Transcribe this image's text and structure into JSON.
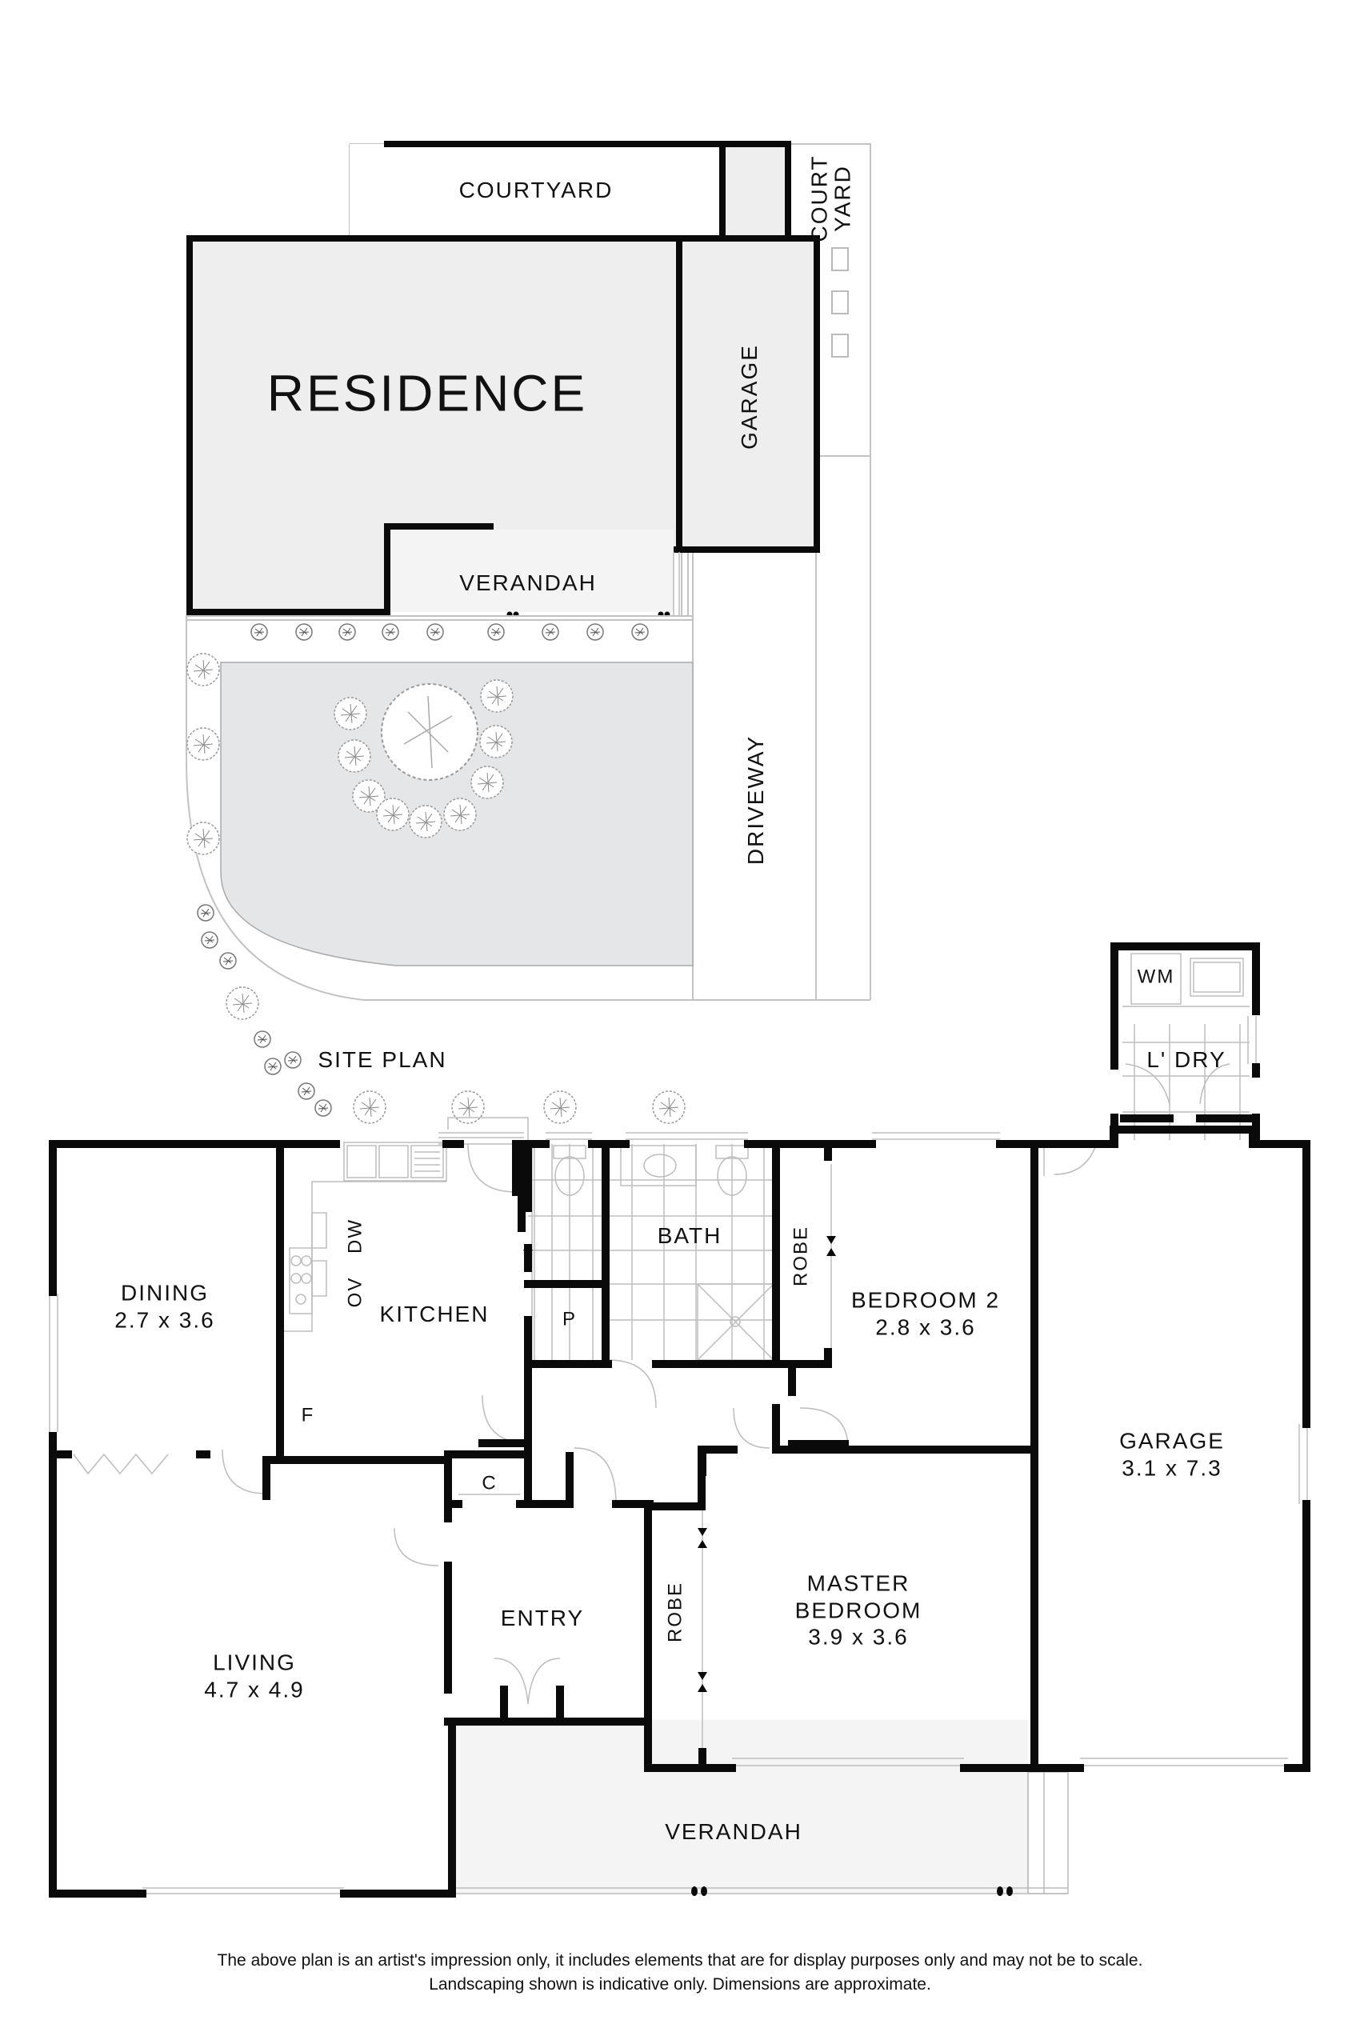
{
  "site_plan": {
    "title": "SITE PLAN",
    "areas": {
      "courtyard": "COURTYARD",
      "court_yard_side": [
        "COURT",
        "YARD"
      ],
      "residence": "RESIDENCE",
      "garage": "GARAGE",
      "verandah": "VERANDAH",
      "driveway": "DRIVEWAY"
    }
  },
  "floor_plan": {
    "rooms": {
      "dining": {
        "name": "DINING",
        "size": "2.7 x 3.6"
      },
      "kitchen": {
        "name": "KITCHEN"
      },
      "kitchen_dw": "DW",
      "kitchen_ov": "OV",
      "kitchen_fridge": "F",
      "pantry": "P",
      "bath": {
        "name": "BATH"
      },
      "bedroom2": {
        "name": "BEDROOM 2",
        "size": "2.8 x 3.6"
      },
      "bedroom2_robe": "ROBE",
      "laundry": {
        "name": "L' DRY"
      },
      "laundry_wm": "WM",
      "garage": {
        "name": "GARAGE",
        "size": "3.1 x 7.3"
      },
      "coat_closet": "C",
      "living": {
        "name": "LIVING",
        "size": "4.7 x 4.9"
      },
      "entry": {
        "name": "ENTRY"
      },
      "master": {
        "name_line1": "MASTER",
        "name_line2": "BEDROOM",
        "size": "3.9 x 3.6"
      },
      "master_robe": "ROBE",
      "verandah": {
        "name": "VERANDAH"
      }
    }
  },
  "disclaimer": {
    "line1": "The above plan is an artist's impression only, it includes elements that are for display purposes only and may not be to scale.",
    "line2": "Landscaping shown is indicative only. Dimensions are approximate."
  },
  "colors": {
    "wall": "#0a0a0a",
    "fill_residence": "#eeeeee",
    "fill_lawn": "#e5e6e8",
    "fill_verandah": "#f4f4f4",
    "thin_line": "#b5b5b5"
  }
}
